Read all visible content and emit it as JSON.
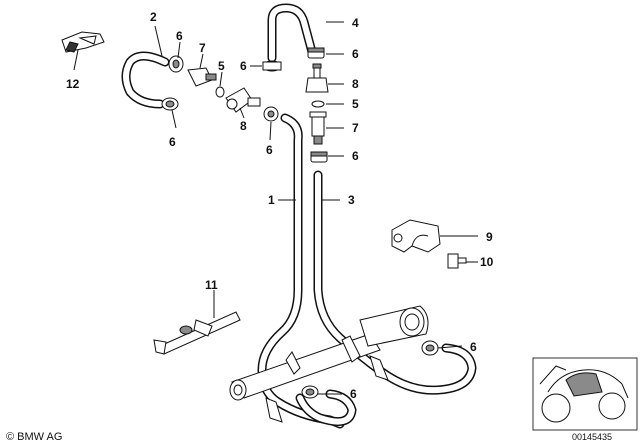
{
  "labels": {
    "p1": "1",
    "p2": "2",
    "p3": "3",
    "p4": "4",
    "p5a": "5",
    "p5b": "5",
    "p6a": "6",
    "p6b": "6",
    "p6c": "6",
    "p6d": "6",
    "p6e": "6",
    "p6f": "6",
    "p6g": "6",
    "p6h": "6",
    "p7a": "7",
    "p7b": "7",
    "p8a": "8",
    "p8b": "8",
    "p9": "9",
    "p10": "10",
    "p11": "11",
    "p12": "12"
  },
  "footer": {
    "copyright": "© BMW AG",
    "diagram_number": "00145435"
  }
}
